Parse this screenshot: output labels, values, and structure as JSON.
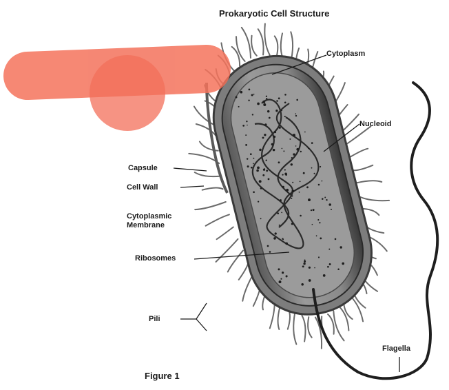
{
  "diagram": {
    "title": "Prokaryotic Cell Structure",
    "caption": "Figure 1",
    "labels": {
      "cytoplasm": "Cytoplasm",
      "nucleoid": "Nucleoid",
      "capsule": "Capsule",
      "cell_wall": "Cell Wall",
      "cytoplasmic_membrane_line1": "Cytoplasmic",
      "cytoplasmic_membrane_line2": "Membrane",
      "ribosomes": "Ribosomes",
      "pili": "Pili",
      "flagella": "Flagella"
    },
    "colors": {
      "ink": "#1a1a1a",
      "cell_body": "#8a8a8a",
      "cell_dark": "#4a4a4a",
      "highlight": "#f26b55"
    }
  }
}
